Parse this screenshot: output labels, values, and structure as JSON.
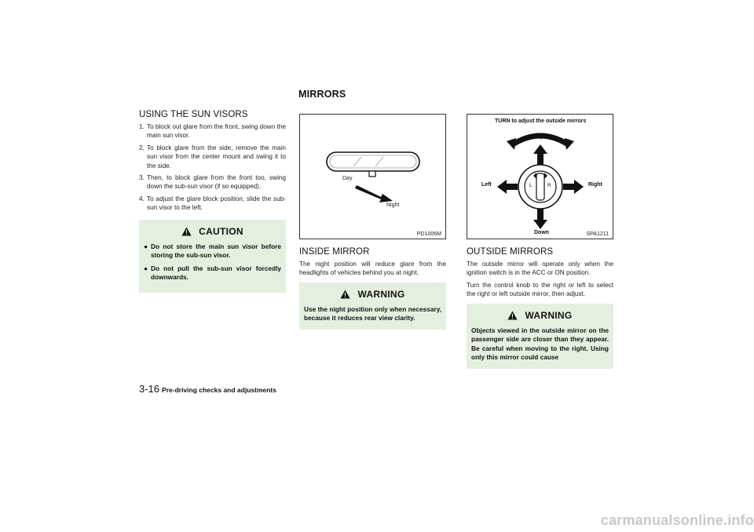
{
  "section_title": "MIRRORS",
  "sun_visors": {
    "heading": "USING THE SUN VISORS",
    "steps": [
      {
        "num": "1.",
        "text": "To block out glare from the front, swing down the main sun visor."
      },
      {
        "num": "2.",
        "text": "To block glare from the side, remove the main sun visor from the center mount and swing it to the side."
      },
      {
        "num": "3.",
        "text": "Then, to block glare from the front too, swing down the sub-sun visor (if so equipped)."
      },
      {
        "num": "4.",
        "text": "To adjust the glare block position, slide the sub-sun visor to the left."
      }
    ],
    "caution": {
      "label": "CAUTION",
      "items": [
        "Do not store the main sun visor before storing the sub-sun visor.",
        "Do not pull the sub-sun visor forcedly downwards."
      ]
    }
  },
  "inside_mirror": {
    "figure": {
      "day_label": "Day",
      "night_label": "Night",
      "code": "PD1006M"
    },
    "heading": "INSIDE MIRROR",
    "text": "The night position will reduce glare from the headlights of vehicles behind you at night.",
    "warning": {
      "label": "WARNING",
      "text": "Use the night position only when necessary, because it reduces rear view clarity."
    }
  },
  "outside_mirrors": {
    "figure": {
      "caption": "TURN to adjust the outside mirrors",
      "up": "Up",
      "down": "Down",
      "left": "Left",
      "right": "Right",
      "knob_left": "L",
      "knob_right": "R",
      "code": "SPA1211"
    },
    "heading": "OUTSIDE MIRRORS",
    "paragraphs": [
      "The outside mirror will operate only when the ignition switch is in the ACC or ON position.",
      "Turn the control knob to the right or left to select the right or left outside mirror, then adjust."
    ],
    "warning": {
      "label": "WARNING",
      "text": "Objects viewed in the outside mirror on the passenger side are closer than they appear. Be careful when moving to the right. Using only this mirror could cause"
    }
  },
  "footer": {
    "page_number": "3-16",
    "chapter": "Pre-driving checks and adjustments"
  },
  "watermark": "carmanualsonline.info",
  "colors": {
    "note_background": "#e4efe0"
  }
}
